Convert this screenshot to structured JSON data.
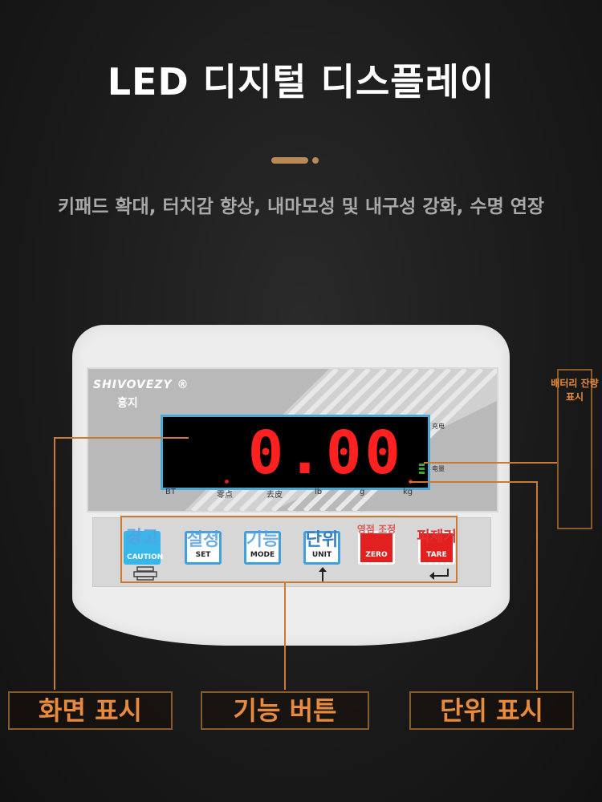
{
  "header": {
    "title": "LED 디지털 디스플레이",
    "subtitle": "키패드 확대, 터치감 향상, 내마모성 및 내구성 강화, 수명 연장"
  },
  "device": {
    "brand": "SHIVOVEZY ®",
    "brand_ko": "흥지",
    "reading": "0.00",
    "side_labels": {
      "charge": "充电",
      "battery": "电量"
    },
    "bottom_labels": [
      "BT",
      "零点",
      "去皮",
      "lb",
      "g",
      "kg"
    ]
  },
  "keys": [
    {
      "ko": "경고",
      "en": "CAUTION",
      "style": "cyan"
    },
    {
      "ko": "설정",
      "en": "SET",
      "style": "blue"
    },
    {
      "ko": "기능",
      "en": "MODE",
      "style": "blue"
    },
    {
      "ko": "단위",
      "en": "UNIT",
      "style": "blue"
    },
    {
      "ko": "영점 조정",
      "en": "ZERO",
      "style": "red"
    },
    {
      "ko": "피제거",
      "en": "TARE",
      "style": "red"
    }
  ],
  "callouts": {
    "display": "화면 표시",
    "buttons": "기능 버튼",
    "unit": "단위 표시",
    "battery": "배터리 잔량 표시"
  },
  "colors": {
    "accent": "#e98b3c",
    "led": "#ff2020",
    "lcd_border": "#4aa7d6"
  }
}
